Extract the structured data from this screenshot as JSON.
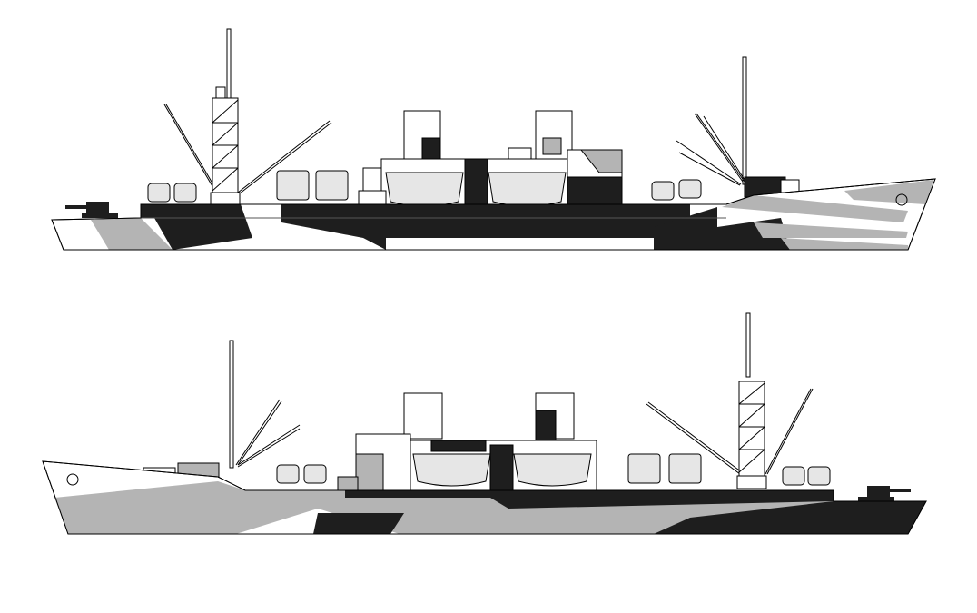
{
  "palette": {
    "black": "#1e1e1e",
    "grey": "#b4b4b4",
    "light": "#e6e6e6",
    "white": "#ffffff",
    "outline": "#000000"
  },
  "ships": [
    {
      "orientation": "bow-right",
      "view": "starboard"
    },
    {
      "orientation": "bow-left",
      "view": "port"
    }
  ]
}
